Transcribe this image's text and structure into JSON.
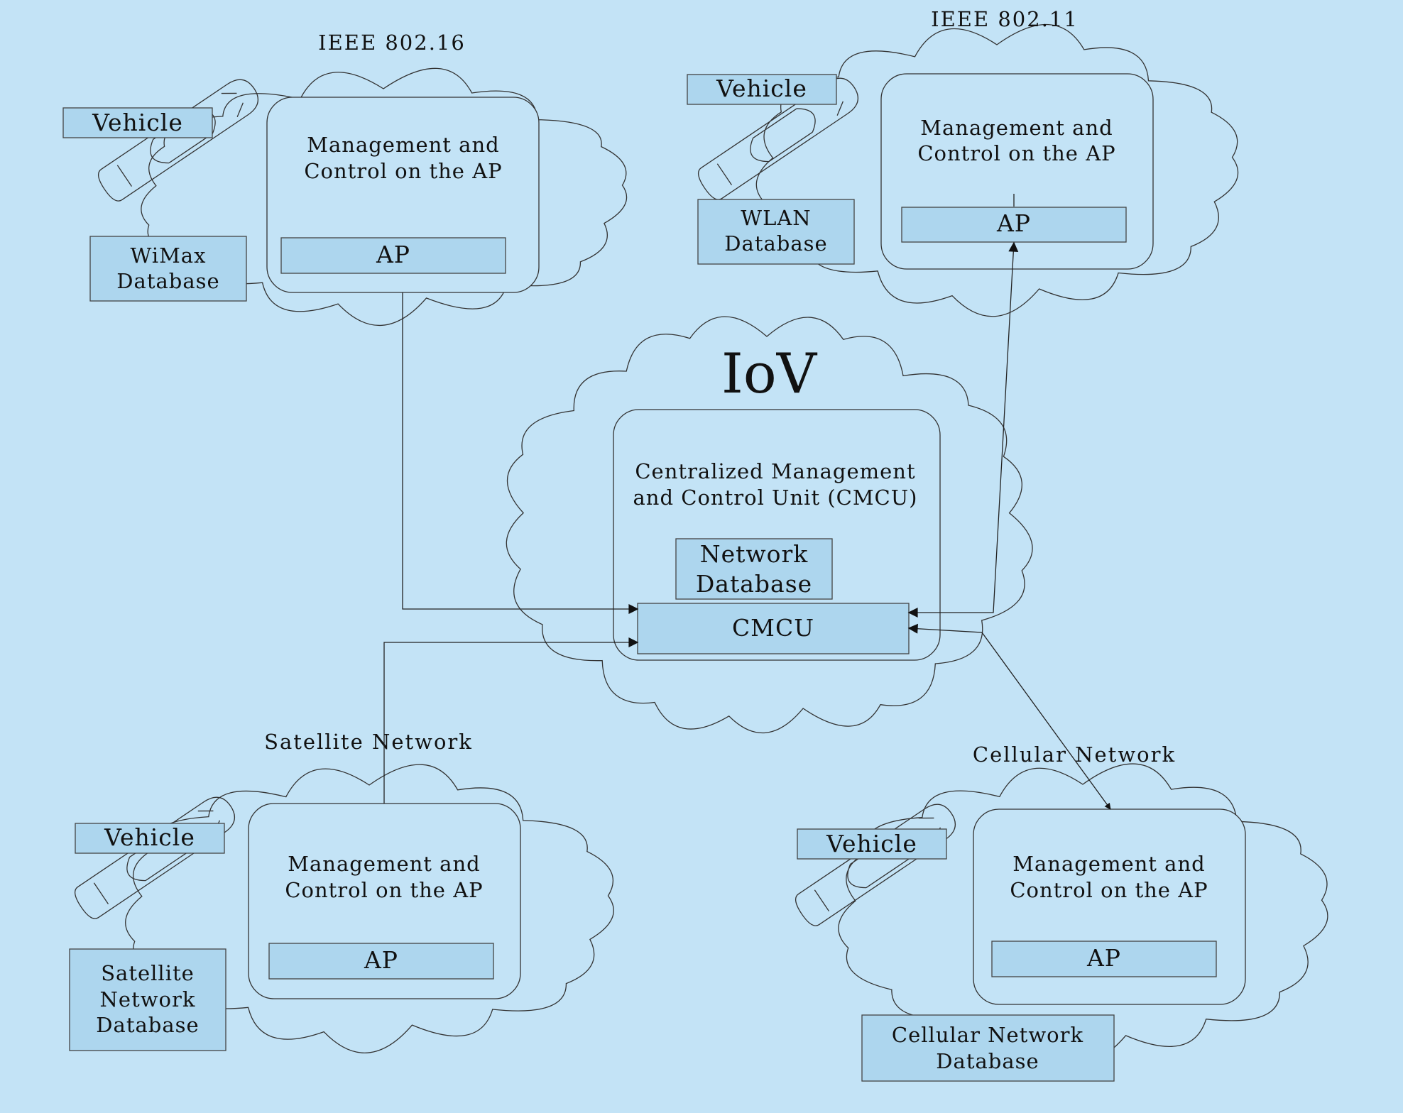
{
  "diagram": {
    "title": "IoV",
    "central": {
      "caption_line1": "Centralized Management",
      "caption_line2": "and Control Unit (CMCU)",
      "network_db_line1": "Network",
      "network_db_line2": "Database",
      "cmcu": "CMCU"
    },
    "networks": {
      "wimax": {
        "header": "IEEE 802.16",
        "vehicle": "Vehicle",
        "db_lines": [
          "WiMax",
          "Database"
        ],
        "mgmt_line1": "Management and",
        "mgmt_line2": "Control on the AP",
        "ap": "AP"
      },
      "wlan": {
        "header": "IEEE 802.11",
        "vehicle": "Vehicle",
        "db_lines": [
          "WLAN",
          "Database"
        ],
        "mgmt_line1": "Management and",
        "mgmt_line2": "Control on the AP",
        "ap": "AP"
      },
      "satellite": {
        "header": "Satellite Network",
        "vehicle": "Vehicle",
        "db_lines": [
          "Satellite",
          "Network",
          "Database"
        ],
        "mgmt_line1": "Management and",
        "mgmt_line2": "Control on the AP",
        "ap": "AP"
      },
      "cellular": {
        "header": "Cellular Network",
        "vehicle": "Vehicle",
        "db_lines": [
          "Cellular Network",
          "Database"
        ],
        "mgmt_line1": "Management and",
        "mgmt_line2": "Control on the AP",
        "ap": "AP"
      }
    },
    "colors": {
      "background": "#c3e3f6",
      "box_fill": "#add6ee",
      "stroke": "#333333"
    }
  }
}
